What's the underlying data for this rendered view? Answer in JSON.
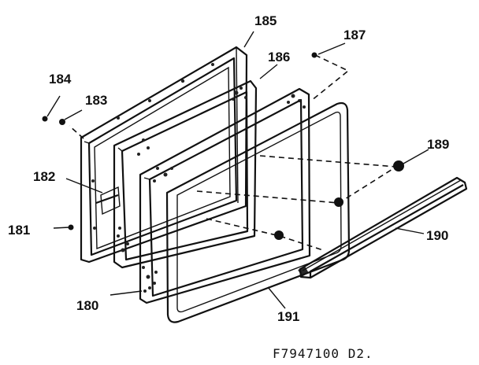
{
  "diagram": {
    "drawing_code": "F7947100 D2.",
    "callouts": [
      {
        "id": "180",
        "text": "180"
      },
      {
        "id": "181",
        "text": "181"
      },
      {
        "id": "182",
        "text": "182"
      },
      {
        "id": "183",
        "text": "183"
      },
      {
        "id": "184",
        "text": "184"
      },
      {
        "id": "185",
        "text": "185"
      },
      {
        "id": "186",
        "text": "186"
      },
      {
        "id": "187",
        "text": "187"
      },
      {
        "id": "189",
        "text": "189"
      },
      {
        "id": "190",
        "text": "190"
      },
      {
        "id": "191",
        "text": "191"
      }
    ]
  }
}
